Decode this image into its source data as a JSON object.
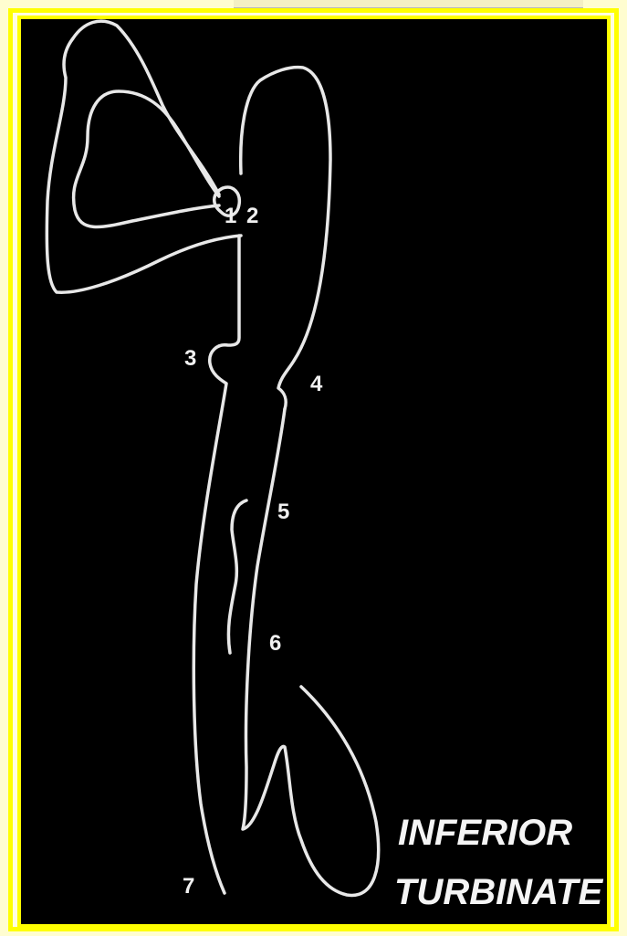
{
  "diagram": {
    "labels": [
      "1",
      "2",
      "3",
      "4",
      "5",
      "6",
      "7"
    ],
    "caption_line1": "INFERIOR",
    "caption_line2": "TURBINATE"
  },
  "colors": {
    "frame": "#ffff00",
    "background": "#000000",
    "outline": "#e8e8e8",
    "page": "#fffdd0"
  }
}
